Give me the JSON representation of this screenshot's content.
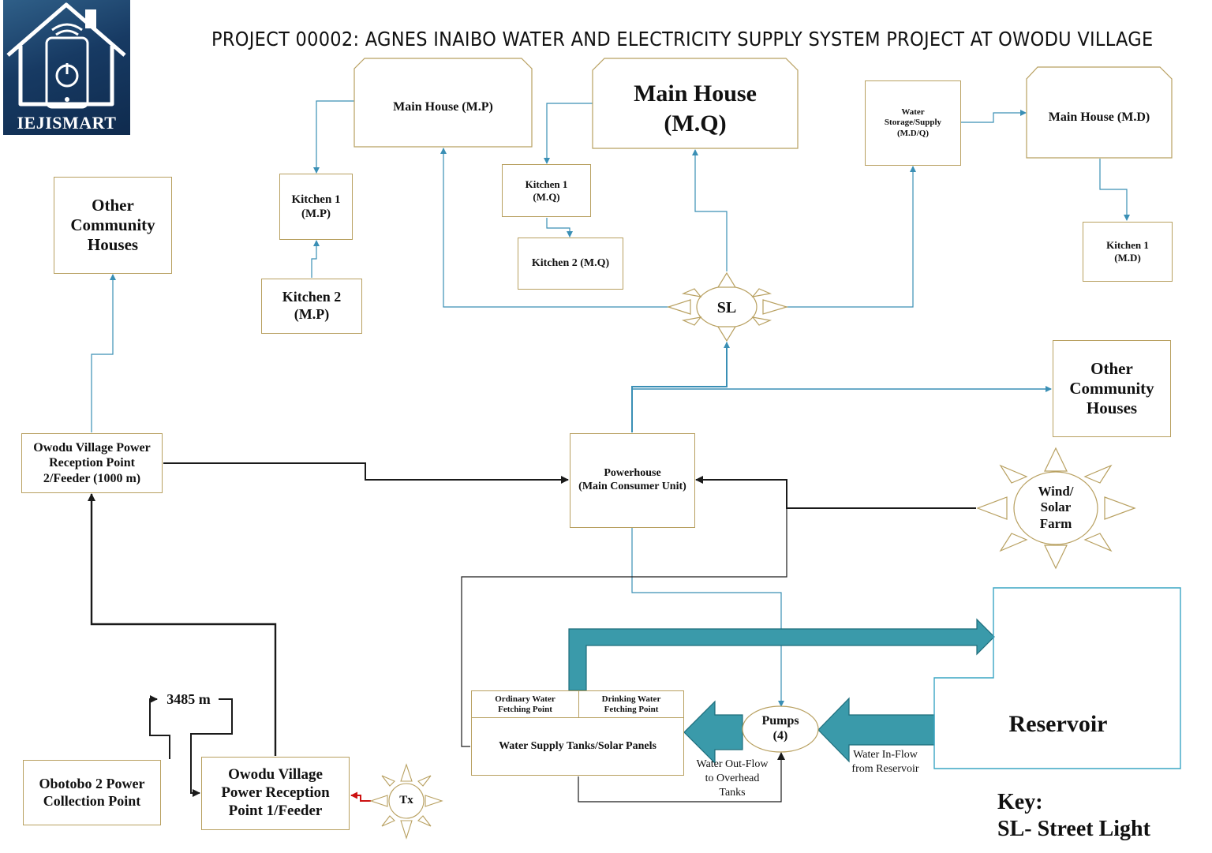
{
  "title": "PROJECT 00002: AGNES INAIBO WATER AND ELECTRICITY SUPPLY SYSTEM PROJECT AT OWODU VILLAGE",
  "logo": {
    "text": "IEJISMART",
    "icon": "smart-home-power-icon"
  },
  "nodes": {
    "main_house_mp": "Main House (M.P)",
    "main_house_mq_line1": "Main House",
    "main_house_mq_line2": "(M.Q)",
    "water_storage": [
      "Water",
      "Storage/Supply",
      "(M.D/Q)"
    ],
    "main_house_md": "Main House (M.D)",
    "kitchen1_mp": [
      "Kitchen 1",
      "(M.P)"
    ],
    "kitchen2_mp": [
      "Kitchen 2",
      "(M.P)"
    ],
    "kitchen1_mq": [
      "Kitchen 1",
      "(M.Q)"
    ],
    "kitchen2_mq": "Kitchen 2 (M.Q)",
    "kitchen1_md": [
      "Kitchen 1",
      "(M.D)"
    ],
    "other_houses_left": [
      "Other",
      "Community",
      "Houses"
    ],
    "other_houses_right": [
      "Other",
      "Community",
      "Houses"
    ],
    "street_light": "SL",
    "reception_point2": [
      "Owodu Village Power",
      "Reception Point",
      "2/Feeder (1000 m)"
    ],
    "powerhouse": [
      "Powerhouse",
      "(Main Consumer Unit)"
    ],
    "wind_solar": [
      "Wind/",
      "Solar",
      "Farm"
    ],
    "reservoir": "Reservoir",
    "pumps": [
      "Pumps",
      "(4)"
    ],
    "ordinary_water": [
      "Ordinary Water",
      "Fetching Point"
    ],
    "drinking_water": [
      "Drinking Water",
      "Fetching Point"
    ],
    "tanks": "Water Supply Tanks/Solar Panels",
    "water_out_flow": [
      "Water Out-Flow",
      "to Overhead",
      "Tanks"
    ],
    "water_in_flow": [
      "Water In-Flow",
      "from Reservoir"
    ],
    "distance": "3485 m",
    "obotobo": [
      "Obotobo 2 Power",
      "Collection Point"
    ],
    "reception_point1": [
      "Owodu Village",
      "Power Reception",
      "Point 1/Feeder"
    ],
    "transformer": "Tx"
  },
  "key": {
    "heading": "Key:",
    "entry": "SL- Street Light"
  },
  "colors": {
    "box_border": "#b8a060",
    "wire_blue": "#3a8fb5",
    "wire_dark": "#1a1a1a",
    "flow_arrow": "#3a9aaa",
    "reservoir_border": "#3aa6c4",
    "feed_red": "#cc1111"
  }
}
